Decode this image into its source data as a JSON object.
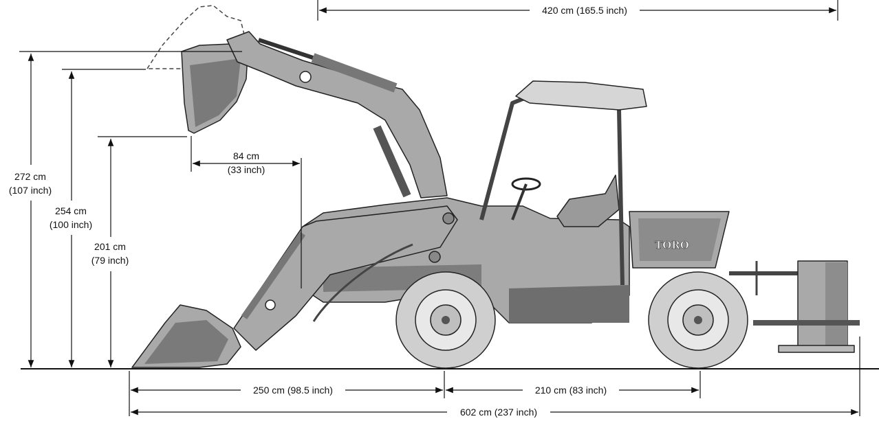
{
  "dimensions": {
    "top_length": "420 cm (165.5 inch)",
    "max_height": {
      "cm": "272 cm",
      "inch": "(107 inch)"
    },
    "pin_height": {
      "cm": "254 cm",
      "inch": "(100 inch)"
    },
    "dump_height": {
      "cm": "201 cm",
      "inch": "(79 inch)"
    },
    "dump_reach": {
      "cm": "84 cm",
      "inch": "(33 inch)"
    },
    "front_overhang": "250 cm (98.5 inch)",
    "wheelbase": "210 cm (83 inch)",
    "overall_length": "602 cm (237 inch)"
  },
  "brand": "TORO",
  "colors": {
    "line": "#111111",
    "body_fill": "#a9a9a9",
    "dark_fill": "#6e6e6e",
    "tire_fill": "#cfcfcf",
    "canopy_fill": "#d6d6d6"
  }
}
